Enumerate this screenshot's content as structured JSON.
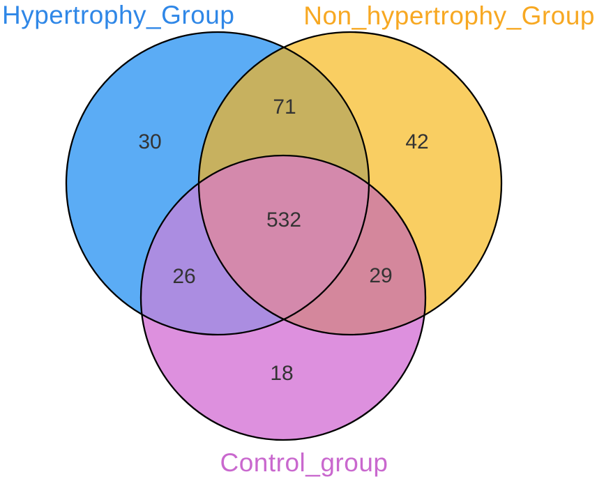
{
  "figure": {
    "background": "#ffffff",
    "outline_color": "#000000",
    "value_color": "#333333"
  },
  "chart_data": {
    "type": "venn",
    "title": "",
    "legend_position": "none",
    "grid": false,
    "sets": [
      {
        "id": "A",
        "name": "Hypertrophy_Group",
        "label_color": "#2F87E7",
        "fill": "#5BACF5"
      },
      {
        "id": "B",
        "name": "Non_hypertrophy_Group",
        "label_color": "#F7A822",
        "fill": "#F9CE62"
      },
      {
        "id": "C",
        "name": "Control_group",
        "label_color": "#C968CE",
        "fill": "#DD90DE"
      }
    ],
    "regions": {
      "a_only": {
        "sets": "Hypertrophy_Group",
        "value": "30",
        "fill": "#5BACF5"
      },
      "b_only": {
        "sets": "Non_hypertrophy_Group",
        "value": "42",
        "fill": "#F9CE62"
      },
      "c_only": {
        "sets": "Control_group",
        "value": "18",
        "fill": "#DD90DE"
      },
      "ab": {
        "sets": "Hypertrophy_Group ∩ Non_hypertrophy_Group",
        "value": "71",
        "fill": "#C7B15F"
      },
      "ac": {
        "sets": "Hypertrophy_Group ∩ Control_group",
        "value": "26",
        "fill": "#AB8DE1"
      },
      "bc": {
        "sets": "Non_hypertrophy_Group ∩ Control_group",
        "value": "29",
        "fill": "#D4879C"
      },
      "abc": {
        "sets": "Hypertrophy_Group ∩ Non_hypertrophy_Group ∩ Control_group",
        "value": "532",
        "fill": "#D489AC"
      }
    }
  }
}
